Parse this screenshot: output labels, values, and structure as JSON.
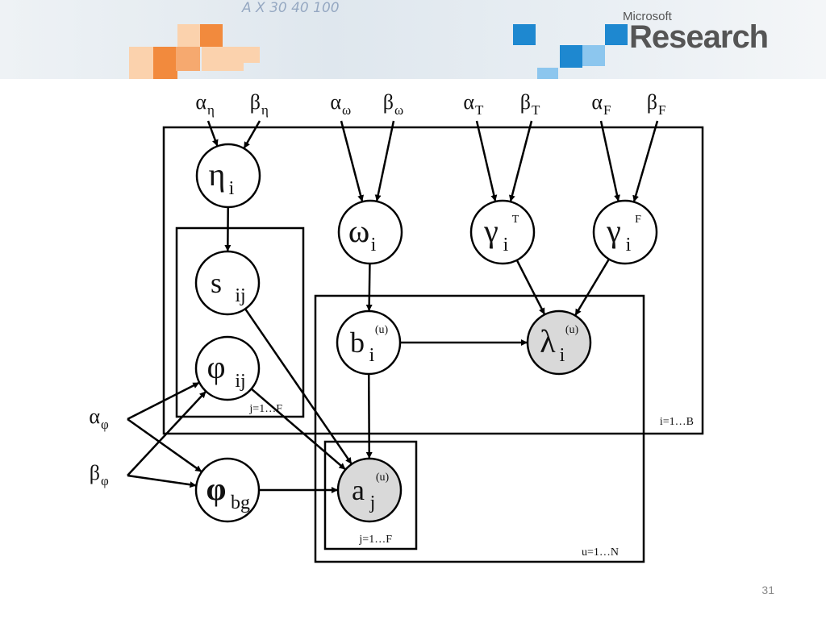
{
  "banner": {
    "brand_small": "Microsoft",
    "brand_big": "Research",
    "sketch_text": "A   X   30   40   100",
    "tile_colors": [
      "#f28a3d",
      "#f6a96f",
      "#fbd2ad",
      "#1e88d0",
      "#8cc6ee"
    ]
  },
  "diagram": {
    "priors": [
      {
        "id": "alpha-eta",
        "sym": "α",
        "sub": "η"
      },
      {
        "id": "beta-eta",
        "sym": "β",
        "sub": "η"
      },
      {
        "id": "alpha-omega",
        "sym": "α",
        "sub": "ω"
      },
      {
        "id": "beta-omega",
        "sym": "β",
        "sub": "ω"
      },
      {
        "id": "alpha-t",
        "sym": "α",
        "sub": "T"
      },
      {
        "id": "beta-t",
        "sym": "β",
        "sub": "T"
      },
      {
        "id": "alpha-f",
        "sym": "α",
        "sub": "F"
      },
      {
        "id": "beta-f",
        "sym": "β",
        "sub": "F"
      },
      {
        "id": "alpha-phi",
        "sym": "α",
        "sub": "φ"
      },
      {
        "id": "beta-phi",
        "sym": "β",
        "sub": "φ"
      }
    ],
    "nodes": [
      {
        "id": "eta",
        "sym": "η",
        "sub": "i",
        "sup": "",
        "observed": false
      },
      {
        "id": "omega",
        "sym": "ω",
        "sub": "i",
        "sup": "",
        "observed": false
      },
      {
        "id": "gamma-t",
        "sym": "γ",
        "sub": "i",
        "sup": "T",
        "observed": false
      },
      {
        "id": "gamma-f",
        "sym": "γ",
        "sub": "i",
        "sup": "F",
        "observed": false
      },
      {
        "id": "s",
        "sym": "s",
        "sub": "ij",
        "sup": "",
        "observed": false
      },
      {
        "id": "phi",
        "sym": "φ",
        "sub": "ij",
        "sup": "",
        "observed": false
      },
      {
        "id": "b",
        "sym": "b",
        "sub": "i",
        "sup": "(u)",
        "observed": false
      },
      {
        "id": "lambda",
        "sym": "λ",
        "sub": "i",
        "sup": "(u)",
        "observed": true
      },
      {
        "id": "phi-bg",
        "sym": "φ",
        "sub": "bg",
        "sup": "",
        "observed": false
      },
      {
        "id": "a",
        "sym": "a",
        "sub": "j",
        "sup": "(u)",
        "observed": true
      }
    ],
    "plates": [
      {
        "id": "plate-i",
        "label": "i=1…B"
      },
      {
        "id": "plate-j-outer",
        "label": "j=1…F"
      },
      {
        "id": "plate-u",
        "label": "u=1…N"
      },
      {
        "id": "plate-j-inner",
        "label": "j=1…F"
      }
    ],
    "edges": [
      [
        "alpha-eta",
        "eta"
      ],
      [
        "beta-eta",
        "eta"
      ],
      [
        "alpha-omega",
        "omega"
      ],
      [
        "beta-omega",
        "omega"
      ],
      [
        "alpha-t",
        "gamma-t"
      ],
      [
        "beta-t",
        "gamma-t"
      ],
      [
        "alpha-f",
        "gamma-f"
      ],
      [
        "beta-f",
        "gamma-f"
      ],
      [
        "eta",
        "s"
      ],
      [
        "omega",
        "b"
      ],
      [
        "gamma-t",
        "lambda"
      ],
      [
        "gamma-f",
        "lambda"
      ],
      [
        "b",
        "lambda"
      ],
      [
        "b",
        "a"
      ],
      [
        "s",
        "a"
      ],
      [
        "phi",
        "a"
      ],
      [
        "phi-bg",
        "a"
      ],
      [
        "alpha-phi",
        "phi"
      ],
      [
        "alpha-phi",
        "phi-bg"
      ],
      [
        "beta-phi",
        "phi"
      ],
      [
        "beta-phi",
        "phi-bg"
      ]
    ],
    "node_fill": "#ffffff",
    "observed_fill": "#d9d9d9",
    "stroke": "#000000"
  },
  "page_number": "31"
}
